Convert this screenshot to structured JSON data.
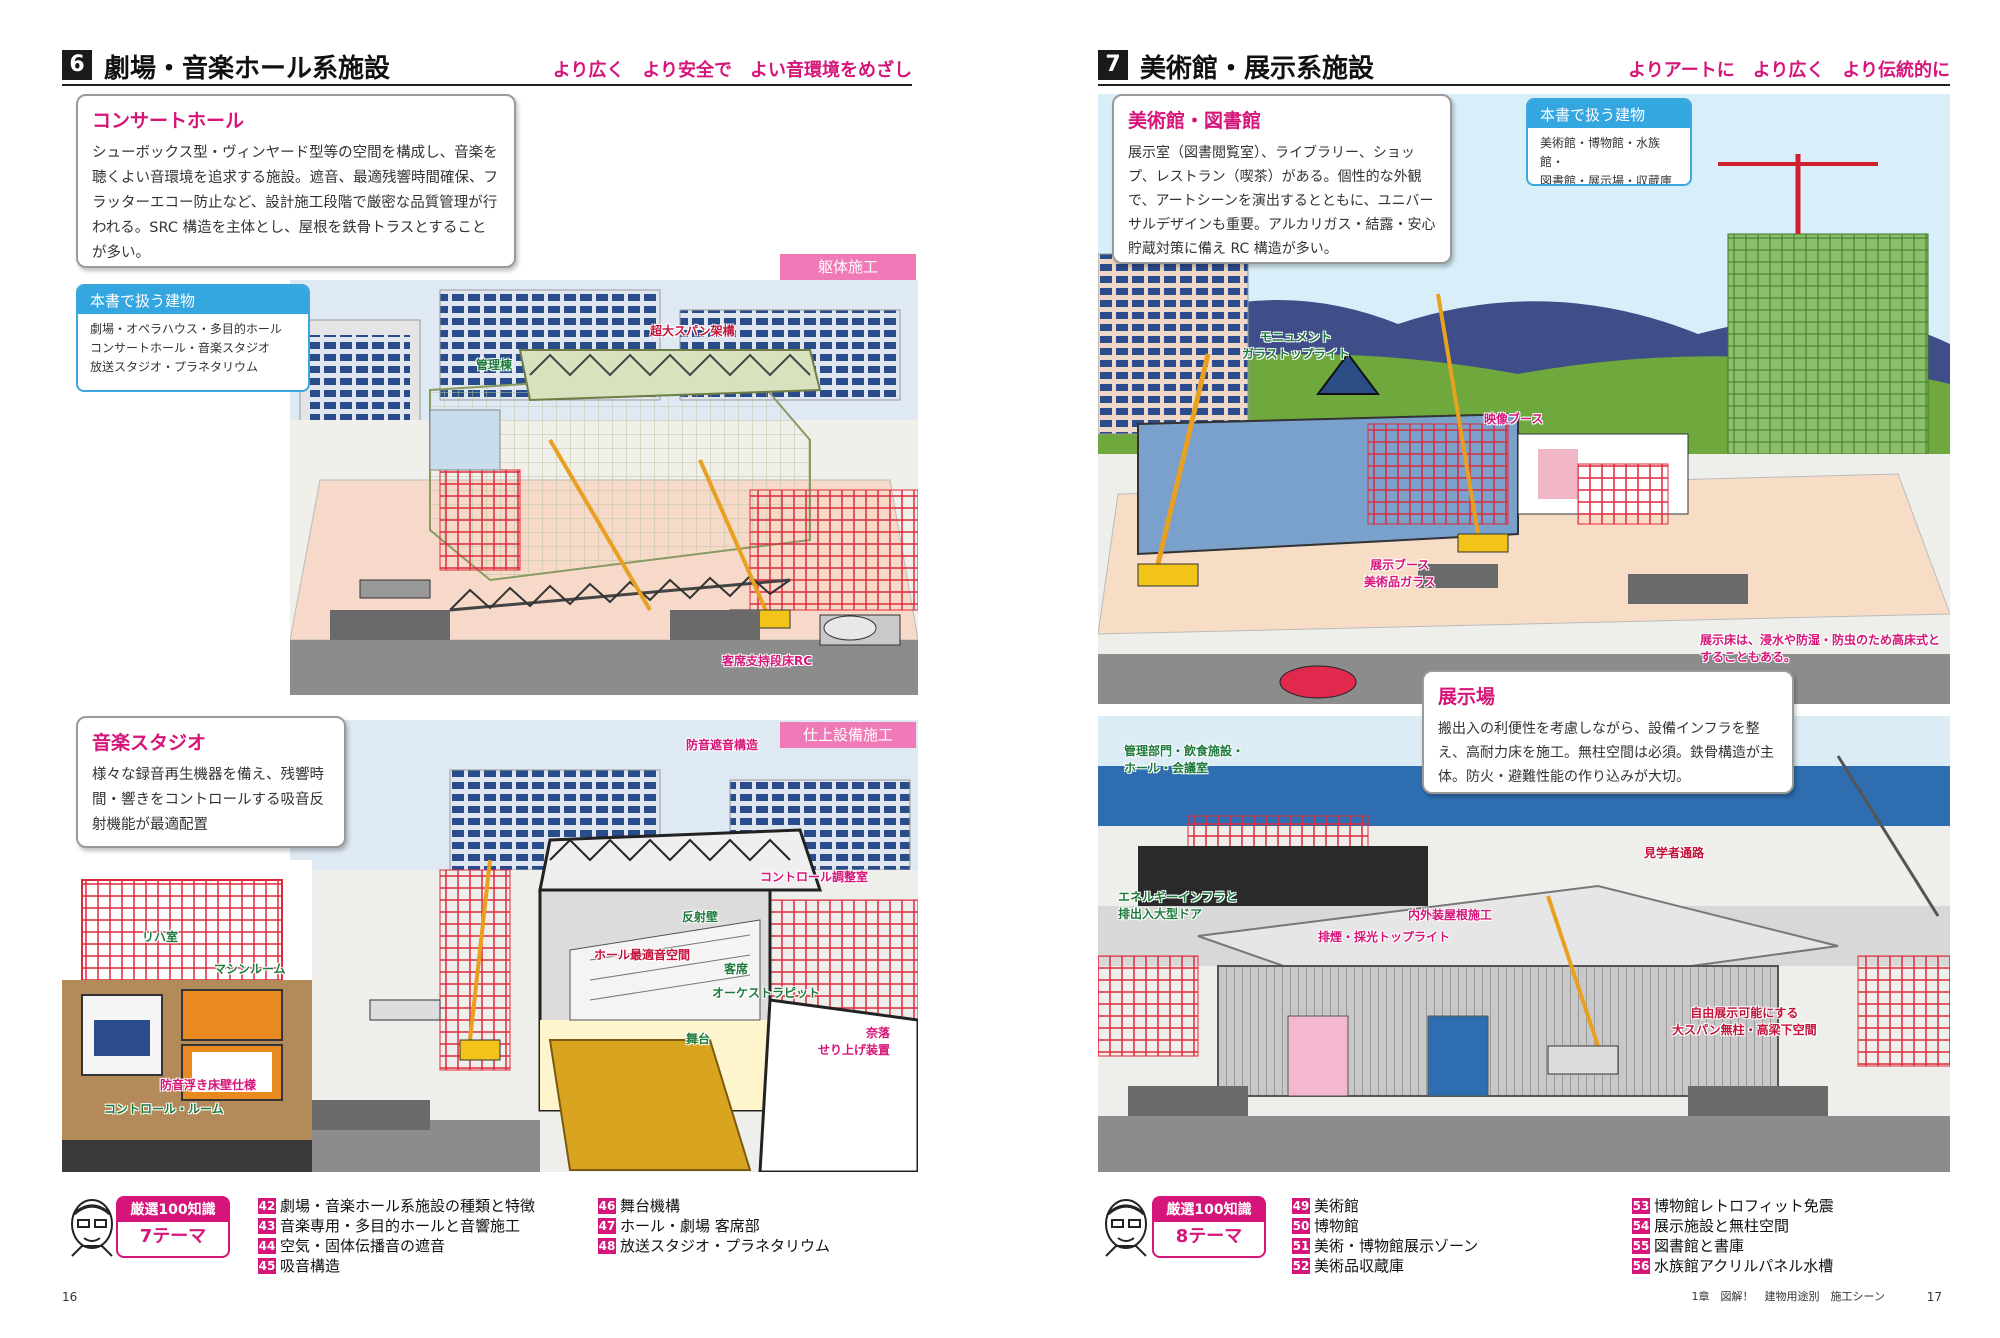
{
  "left": {
    "section": {
      "number": "6",
      "title": "劇場・音楽ホール系施設",
      "tagline": "より広く　より安全で　よい音環境をめざし"
    },
    "concert": {
      "title": "コンサートホール",
      "body": "シューボックス型・ヴィンヤード型等の空間を構成し、音楽を聴くよい音環境を追求する施設。遮音、最適残響時間確保、フラッターエコー防止など、設計施工段階で厳密な品質管理が行われる。SRC 構造を主体とし、屋根を鉄骨トラスとすることが多い。"
    },
    "buildings": {
      "title": "本書で扱う建物",
      "lines": [
        "劇場・オペラハウス・多目的ホール",
        "コンサートホール・音楽スタジオ",
        "放送スタジオ・プラネタリウム"
      ]
    },
    "phase1": "躯体施工",
    "phase2": "仕上設備施工",
    "labels_top": {
      "admin": "管理棟",
      "truss": "超大スパン架構",
      "seat_rc": "客席支持段床RC"
    },
    "studio": {
      "title": "音楽スタジオ",
      "body": "様々な録音再生機器を備え、残響時間・響きをコントロールする吸音反射機能が最適配置"
    },
    "labels_bottom": {
      "sound_roof": "防音遮音構造",
      "control_booth": "コントロール調整室",
      "reflector": "反射壁",
      "hall_space": "ホール最適音空間",
      "seats": "客席",
      "orchestra": "オーケストラピット",
      "stage": "舞台",
      "seat_finish": "奈落\nせり上げ装置",
      "lia": "リハ室",
      "machine": "マシンルーム",
      "floating": "防音浮き床壁仕様",
      "control_room": "コントロール・ルーム"
    },
    "knowledge": {
      "badge": "厳選100知識",
      "count": "7テーマ",
      "col1": [
        {
          "num": "42",
          "text": "劇場・音楽ホール系施設の種類と特徴"
        },
        {
          "num": "43",
          "text": "音楽専用・多目的ホールと音響施工"
        },
        {
          "num": "44",
          "text": "空気・固体伝播音の遮音"
        },
        {
          "num": "45",
          "text": "吸音構造"
        }
      ],
      "col2": [
        {
          "num": "46",
          "text": "舞台機構"
        },
        {
          "num": "47",
          "text": "ホール・劇場 客席部"
        },
        {
          "num": "48",
          "text": "放送スタジオ・プラネタリウム"
        }
      ]
    },
    "page_number": "16"
  },
  "right": {
    "section": {
      "number": "7",
      "title": "美術館・展示系施設",
      "tagline": "よりアートに　より広く　より伝統的に"
    },
    "museum": {
      "title": "美術館・図書館",
      "body": "展示室（図書閲覧室）、ライブラリー、ショップ、レストラン（喫茶）がある。個性的な外観で、アートシーンを演出するとともに、ユニバーサルデザインも重要。アルカリガス・結露・安心貯蔵対策に備え RC 構造が多い。"
    },
    "buildings": {
      "title": "本書で扱う建物",
      "lines": [
        "美術館・博物館・水族館・",
        "図書館・展示場・収蔵庫"
      ]
    },
    "labels_top": {
      "monument": "モニュメント\nガラストップライト",
      "video_booth": "映像ブース",
      "exhibit": "展示ブース\n美術品ガラス",
      "raised_floor": "展示床は、浸水や防湿・防虫のため高床式とすることもある。"
    },
    "exhibition": {
      "title": "展示場",
      "body": "搬出入の利便性を考慮しながら、設備インフラを整え、高耐力床を施工。無柱空間は必須。鉄骨構造が主体。防火・避難性能の作り込みが大切。"
    },
    "labels_bottom": {
      "admin": "管理部門・飲食施設・\nホール・会議室",
      "energy": "エネルギーインフラと\n排出入大型ドア",
      "roof": "内外装屋根施工",
      "toplight": "排煙・採光トップライト",
      "visitor": "見学者通路",
      "span": "自由展示可能にする\n大スパン無柱・高梁下空間"
    },
    "knowledge": {
      "badge": "厳選100知識",
      "count": "8テーマ",
      "col1": [
        {
          "num": "49",
          "text": "美術館"
        },
        {
          "num": "50",
          "text": "博物館"
        },
        {
          "num": "51",
          "text": "美術・博物館展示ゾーン"
        },
        {
          "num": "52",
          "text": "美術品収蔵庫"
        }
      ],
      "col2": [
        {
          "num": "53",
          "text": "博物館レトロフィット免震"
        },
        {
          "num": "54",
          "text": "展示施設と無柱空間"
        },
        {
          "num": "55",
          "text": "図書館と書庫"
        },
        {
          "num": "56",
          "text": "水族館アクリルパネル水槽"
        }
      ]
    },
    "footer": "1章　図解！　建物用途別　施工シーン",
    "page_number": "17"
  }
}
